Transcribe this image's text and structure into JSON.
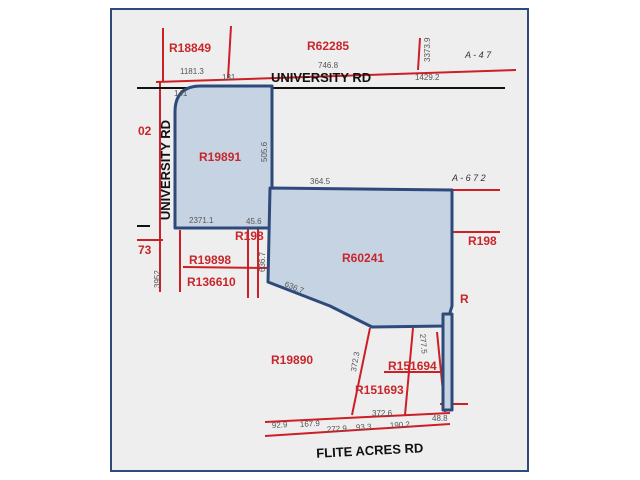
{
  "colors": {
    "frame": "#2e4a7a",
    "background": "#eeeeee",
    "lot_line": "#cc1f26",
    "subject_fill": "#c6d3e3",
    "subject_outline": "#2e4a7a",
    "road_line": "#111111",
    "parcel_text": "#c8262b"
  },
  "roads": {
    "university_rd_h": "UNIVERSITY RD",
    "university_rd_v": "UNIVERSITY RD",
    "flite_acres_rd": "FLITE ACRES RD"
  },
  "parcels": {
    "r18849": "R18849",
    "r62285": "R62285",
    "r19891": "R19891",
    "r60241": "R60241",
    "r198_a": "R198",
    "r198_b": "R198",
    "r19898": "R19898",
    "r136610": "R136610",
    "r19890": "R19890",
    "r151694": "R151694",
    "r151693": "R151693",
    "r_partial": "R",
    "p02": "02",
    "p73": "73"
  },
  "survey_labels": {
    "a47": "A - 4 7",
    "a672": "A - 6 7 2"
  },
  "dimensions": {
    "d1181": "1181.3",
    "d131": "131",
    "d746": "746.8",
    "d1429": "1429.2",
    "d3373": "3373.9",
    "d505": "505.6",
    "d364": "364.5",
    "d2371": "2371.1",
    "d45": "45.6",
    "d636a": "636.7",
    "d636b": "636.7",
    "d3952": "3952",
    "d372a": "372.3",
    "d277": "277.5",
    "d372b": "372.6",
    "d929": "92.9",
    "d167": "167.9",
    "d2729": "272.9",
    "d933": "93.3",
    "d190": "190.2",
    "d48": "48.8",
    "d141": "141"
  }
}
